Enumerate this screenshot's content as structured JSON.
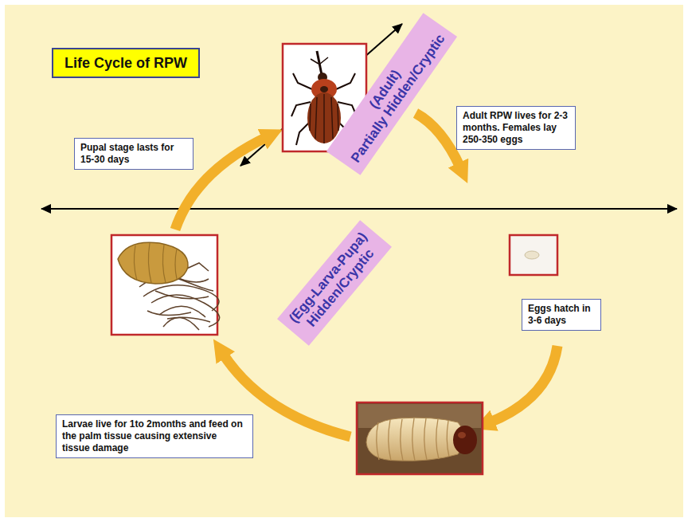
{
  "diagram": {
    "title": "Life Cycle of RPW",
    "nodes": [
      {
        "text": [
          "(Adult)",
          "Partially Hidden/Cryptic"
        ]
      },
      {
        "text": [
          "Adult RPW lives for 2-3 months. Females lay 250-350 eggs"
        ]
      },
      {
        "text": [
          "Pupal stage lasts for 15-30 days"
        ]
      },
      {
        "text": [
          "(Egg-Larva-Pupa)",
          "Hidden/Cryptic"
        ]
      },
      {
        "text": [
          "Eggs hatch in 3-6 days"
        ]
      },
      {
        "text": [
          "Larvae live for 1to 2months and feed on the palm tissue causing extensive tissue damage"
        ]
      }
    ]
  }
}
